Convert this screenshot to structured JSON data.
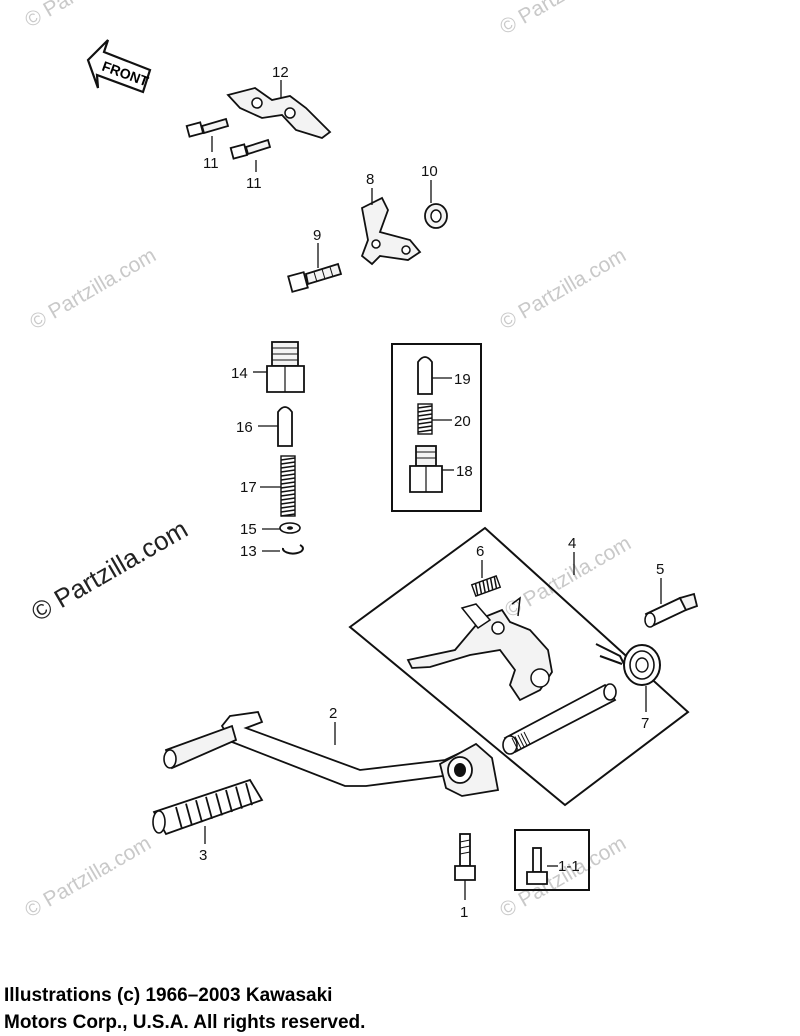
{
  "front_label": "FRONT",
  "watermark_text": "© Partzilla.com",
  "callouts": {
    "c1": "1",
    "c2": "2",
    "c3": "3",
    "c4": "4",
    "c5": "5",
    "c6": "6",
    "c7": "7",
    "c8": "8",
    "c9": "9",
    "c10": "10",
    "c11a": "11",
    "c11b": "11",
    "c12": "12",
    "c13": "13",
    "c14": "14",
    "c15": "15",
    "c16": "16",
    "c17": "17",
    "c18": "18",
    "c19": "19",
    "c20": "20",
    "c1_1": "1-1"
  },
  "copyright": {
    "line1": "Illustrations (c) 1966–2003 Kawasaki",
    "line2": "Motors Corp., U.S.A.  All rights reserved."
  }
}
